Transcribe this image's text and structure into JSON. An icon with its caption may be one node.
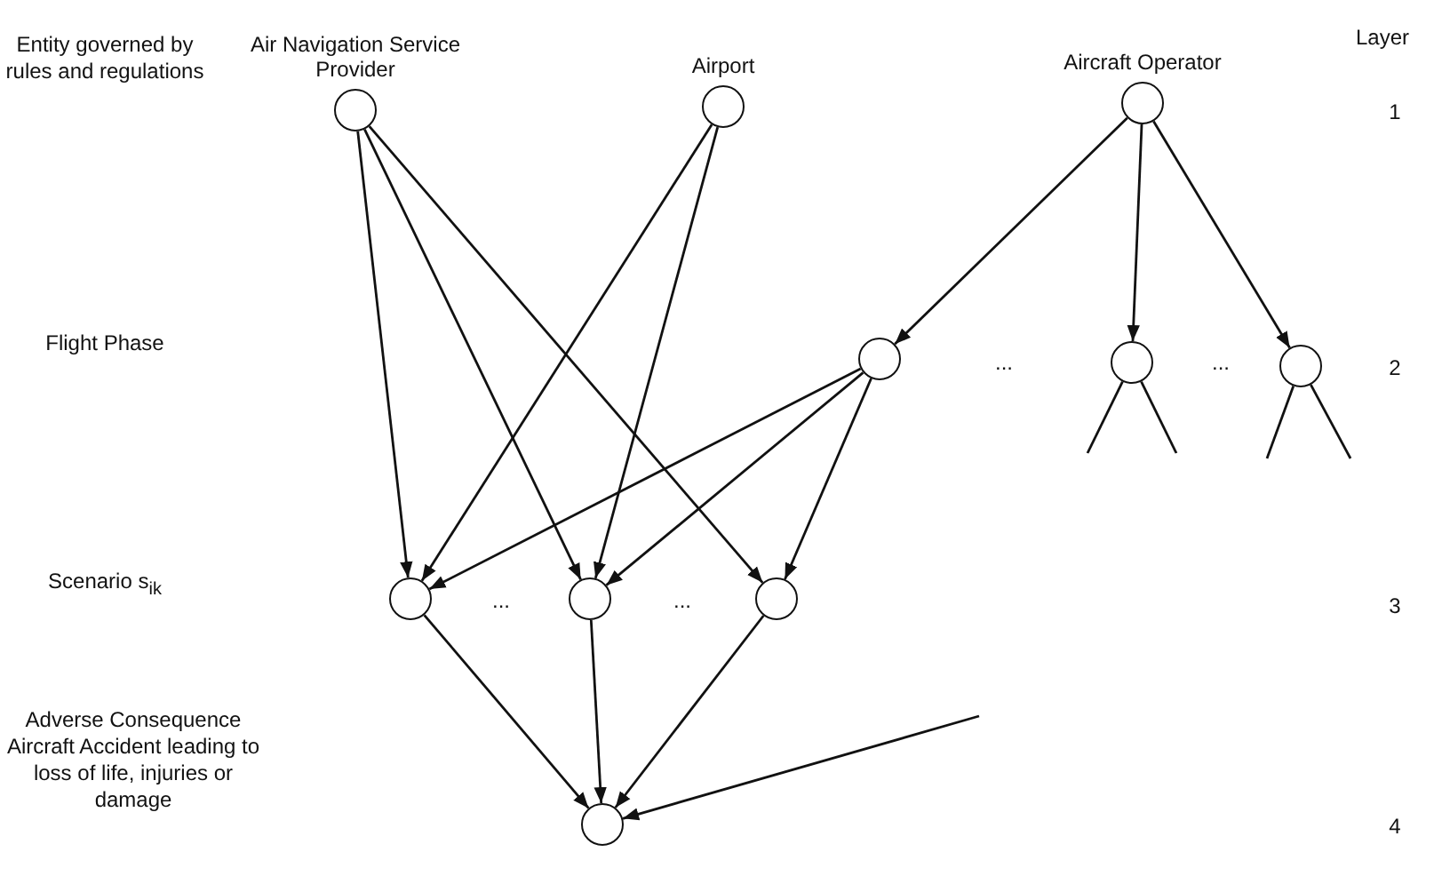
{
  "diagram": {
    "nodes": [
      {
        "text": [
          "Air Navigation Service Provider"
        ]
      },
      {
        "text": [
          "Airport"
        ]
      },
      {
        "text": [
          "Aircraft Operator"
        ]
      },
      {
        "text": [],
        "shape": "circle"
      },
      {
        "text": [],
        "shape": "circle"
      },
      {
        "text": [],
        "shape": "circle"
      },
      {
        "text": [],
        "shape": "circle"
      },
      {
        "text": [],
        "shape": "circle"
      },
      {
        "text": [],
        "shape": "circle"
      },
      {
        "text": [],
        "shape": "circle"
      }
    ],
    "edges": [
      {
        "from": 0,
        "to": 6,
        "arrow": "to"
      },
      {
        "from": 0,
        "to": 7,
        "arrow": "to"
      },
      {
        "from": 0,
        "to": 8,
        "arrow": "to"
      },
      {
        "from": 1,
        "to": 6,
        "arrow": "to"
      },
      {
        "from": 1,
        "to": 7,
        "arrow": "to"
      },
      {
        "from": 2,
        "to": 3,
        "arrow": "to"
      },
      {
        "from": 2,
        "to": 4,
        "arrow": "to"
      },
      {
        "from": 2,
        "to": 5,
        "arrow": "to"
      },
      {
        "from": 3,
        "to": 6,
        "arrow": "to"
      },
      {
        "from": 3,
        "to": 7,
        "arrow": "to"
      },
      {
        "from": 3,
        "to": 8,
        "arrow": "to"
      },
      {
        "from": 6,
        "to": 9,
        "arrow": "to"
      },
      {
        "from": 7,
        "to": 9,
        "arrow": "to"
      },
      {
        "from": 8,
        "to": 9,
        "arrow": "to"
      },
      {
        "from": null,
        "to": 9,
        "arrow": "to"
      },
      {
        "from": 4,
        "to": null,
        "arrow": "none"
      },
      {
        "from": 4,
        "to": null,
        "arrow": "none"
      },
      {
        "from": 5,
        "to": null,
        "arrow": "none"
      },
      {
        "from": 5,
        "to": null,
        "arrow": "none"
      }
    ],
    "labels": [
      "Layer",
      "Entity governed by rules and regulations",
      "1",
      "Flight Phase",
      "...",
      "...",
      "2",
      "Scenario s$_{ik}$",
      "...",
      "...",
      "3",
      "Adverse Consequence Aircraft Accident leading to loss of life, injuries or damage",
      "4"
    ]
  }
}
